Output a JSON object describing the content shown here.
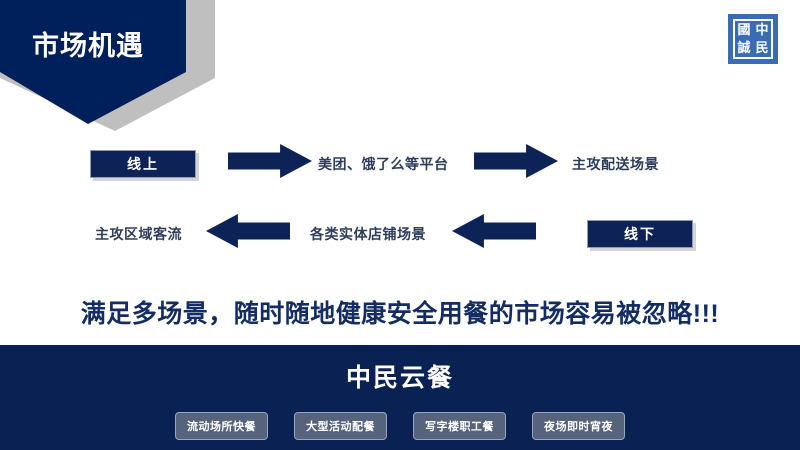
{
  "slide": {
    "title": "市场机遇",
    "headline": "满足多场景，随时随地健康安全用餐的市场容易被忽略!!!"
  },
  "logo": {
    "name": "zhongmin-seal-logo",
    "characters": [
      "中",
      "民",
      "國",
      "誠"
    ],
    "background_color": "#3a6cb4",
    "text_color": "#ffffff"
  },
  "flow": {
    "row_online": {
      "node": "线上",
      "arrow_1": "arrow-right-icon",
      "middle_label": "美团、饿了么等平台",
      "arrow_2": "arrow-right-icon",
      "end_label": "主攻配送场景"
    },
    "row_offline": {
      "end_label": "主攻区域客流",
      "arrow_1": "arrow-left-icon",
      "middle_label": "各类实体店铺场景",
      "arrow_2": "arrow-left-icon",
      "node": "线下"
    }
  },
  "footer": {
    "brand": "中民云餐",
    "pills": [
      "流动场所快餐",
      "大型活动配餐",
      "写字楼职工餐",
      "夜场即时宵夜"
    ]
  },
  "colors": {
    "navy": "#00205B",
    "bar_navy": "#0A2253",
    "shadow_gray": "#bfbfbf",
    "label_navy": "#2E3D5C",
    "headline_navy": "#132C63",
    "pill_gray": "#56637d",
    "logo_blue": "#3a6cb4"
  }
}
